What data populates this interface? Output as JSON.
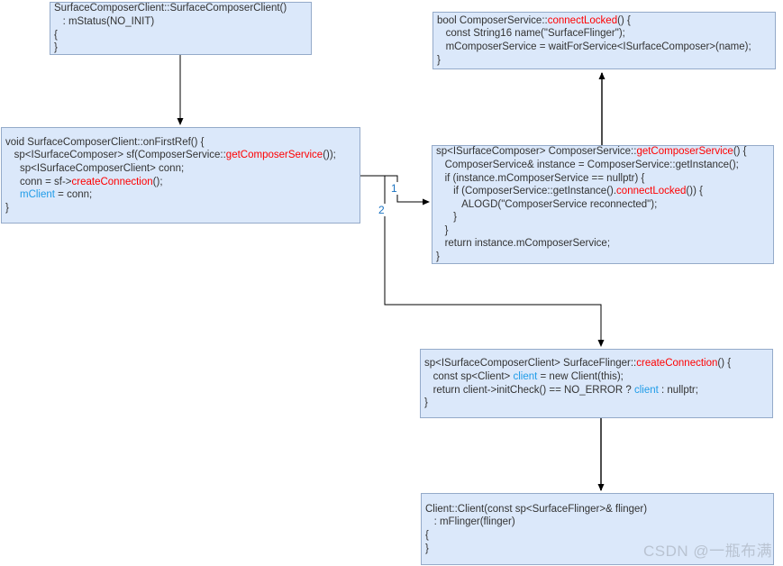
{
  "colors": {
    "node_fill": "#dbe8fa",
    "node_border": "#94aac9",
    "code_text": "#333333",
    "highlight_red": "#ff0000",
    "highlight_blue": "#1f9ce8",
    "edge_label_blue": "#1a73c2",
    "arrow": "#000000",
    "watermark_gray": "#b9c3d1"
  },
  "edges": {
    "label_1": "1",
    "label_2": "2"
  },
  "watermark": {
    "text": "CSDN @一瓶布满"
  },
  "boxes": [
    {
      "name": "SurfaceComposerClient constructor",
      "lines": [
        [
          {
            "t": "SurfaceComposerClient::SurfaceComposerClient()"
          }
        ],
        [
          {
            "t": "   : mStatus(NO_INIT)"
          }
        ],
        [
          {
            "t": "{"
          }
        ],
        [
          {
            "t": "}"
          }
        ]
      ]
    },
    {
      "name": "ComposerService::connectLocked",
      "lines": [
        [
          {
            "t": "bool ComposerService::"
          },
          {
            "t": "connectLocked",
            "c": "r"
          },
          {
            "t": "() {"
          }
        ],
        [
          {
            "t": "   const String16 name(\"SurfaceFlinger\");"
          }
        ],
        [
          {
            "t": "   mComposerService = waitForService<ISurfaceComposer>(name);"
          }
        ],
        [
          {
            "t": "}"
          }
        ]
      ]
    },
    {
      "name": "SurfaceComposerClient::onFirstRef",
      "lines": [
        [
          {
            "t": "void SurfaceComposerClient::onFirstRef() {"
          }
        ],
        [
          {
            "t": "   sp<ISurfaceComposer> sf(ComposerService::"
          },
          {
            "t": "getComposerService",
            "c": "r"
          },
          {
            "t": "());"
          }
        ],
        [
          {
            "t": "     sp<ISurfaceComposerClient> conn;"
          }
        ],
        [
          {
            "t": "     conn = sf->"
          },
          {
            "t": "createConnection",
            "c": "r"
          },
          {
            "t": "();"
          }
        ],
        [
          {
            "t": "     "
          },
          {
            "t": "mClient",
            "c": "b"
          },
          {
            "t": " = conn;"
          }
        ],
        [
          {
            "t": "}"
          }
        ]
      ]
    },
    {
      "name": "ComposerService::getComposerService",
      "lines": [
        [
          {
            "t": "sp<ISurfaceComposer> ComposerService::"
          },
          {
            "t": "getComposerService",
            "c": "r"
          },
          {
            "t": "() {"
          }
        ],
        [
          {
            "t": "   ComposerService& instance = ComposerService::getInstance();"
          }
        ],
        [
          {
            "t": "   if (instance.mComposerService == nullptr) {"
          }
        ],
        [
          {
            "t": "      if (ComposerService::getInstance()."
          },
          {
            "t": "connectLocked",
            "c": "r"
          },
          {
            "t": "()) {"
          }
        ],
        [
          {
            "t": "         ALOGD(\"ComposerService reconnected\");"
          }
        ],
        [
          {
            "t": "      }"
          }
        ],
        [
          {
            "t": "   }"
          }
        ],
        [
          {
            "t": "   return instance.mComposerService;"
          }
        ],
        [
          {
            "t": "}"
          }
        ]
      ]
    },
    {
      "name": "SurfaceFlinger::createConnection",
      "lines": [
        [
          {
            "t": "sp<ISurfaceComposerClient> SurfaceFlinger::"
          },
          {
            "t": "createConnection",
            "c": "r"
          },
          {
            "t": "() {"
          }
        ],
        [
          {
            "t": "   const sp<Client> "
          },
          {
            "t": "client",
            "c": "b"
          },
          {
            "t": " = new Client(this);"
          }
        ],
        [
          {
            "t": "   return client->initCheck() == NO_ERROR ? "
          },
          {
            "t": "client",
            "c": "b"
          },
          {
            "t": " : nullptr;"
          }
        ],
        [
          {
            "t": "}"
          }
        ]
      ]
    },
    {
      "name": "Client constructor",
      "lines": [
        [
          {
            "t": "Client::Client(const sp<SurfaceFlinger>& flinger)"
          }
        ],
        [
          {
            "t": "   : mFlinger(flinger)"
          }
        ],
        [
          {
            "t": "{"
          }
        ],
        [
          {
            "t": "}"
          }
        ]
      ]
    }
  ]
}
